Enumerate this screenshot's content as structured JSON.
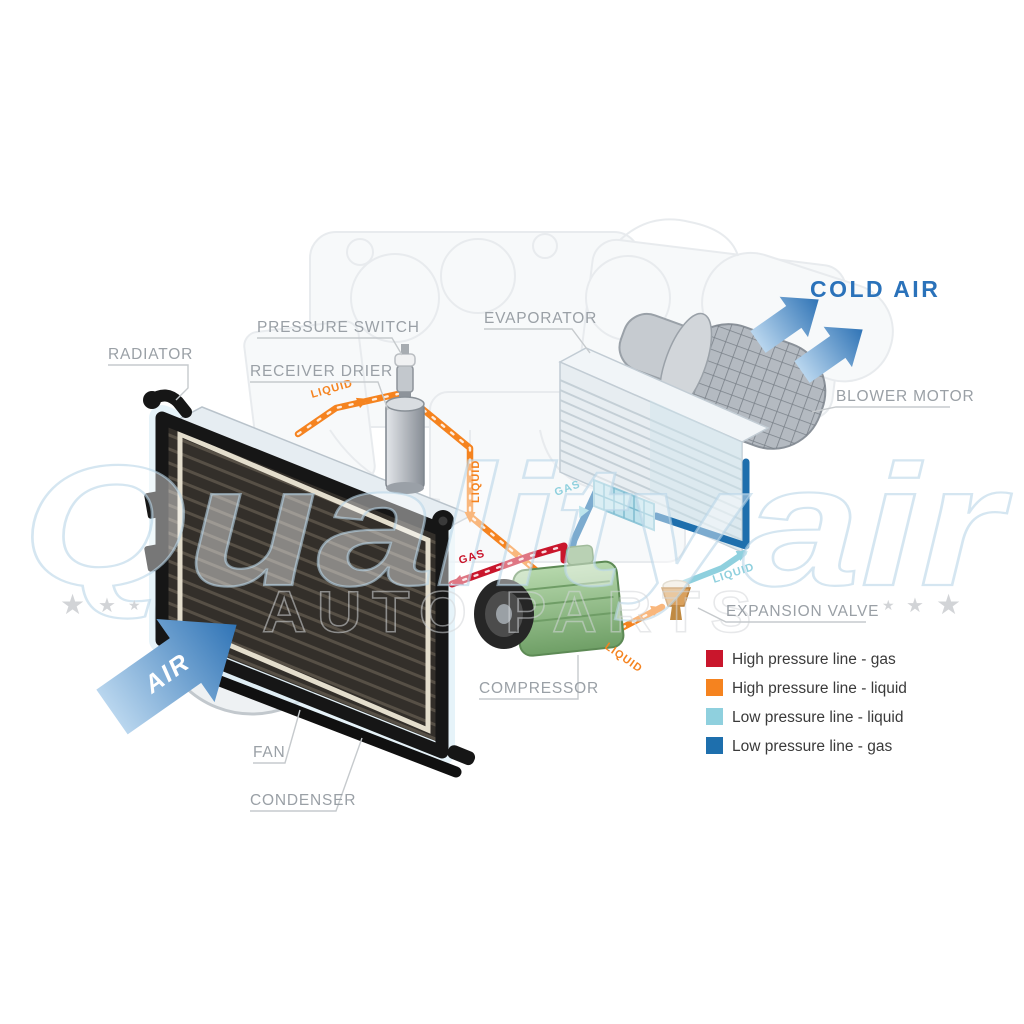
{
  "watermark": {
    "brand": "Qualityair",
    "subtext": "AUTO PARTS",
    "star": "★"
  },
  "component_labels": {
    "radiator": "RADIATOR",
    "pressure_switch": "PRESSURE SWITCH",
    "receiver_drier": "RECEIVER DRIER",
    "evaporator": "EVAPORATOR",
    "blower_motor": "BLOWER MOTOR",
    "expansion_valve": "EXPANSION VALVE",
    "compressor": "COMPRESSOR",
    "fan": "FAN",
    "condenser": "CONDENSER"
  },
  "airflow_labels": {
    "cold_air": "COLD AIR",
    "air": "AIR"
  },
  "flow_labels": {
    "hp_liquid_1": "LIQUID",
    "hp_liquid_2": "LIQUID",
    "hp_liquid_3": "LIQUID",
    "lp_liquid": "LIQUID",
    "hp_gas": "GAS",
    "lp_gas": "GAS"
  },
  "legend": {
    "items": [
      {
        "label": "High pressure line - gas",
        "color": "#c9162c"
      },
      {
        "label": "High pressure line - liquid",
        "color": "#f5831f"
      },
      {
        "label": "Low pressure line - liquid",
        "color": "#8fd0de"
      },
      {
        "label": "Low pressure line -  gas",
        "color": "#1e6fad"
      }
    ]
  },
  "colors": {
    "hp_gas": "#c9162c",
    "hp_liquid": "#f5831f",
    "lp_liquid": "#8fd0de",
    "lp_gas": "#1e6fad",
    "cold_air_text": "#2a72ba",
    "air_arrow": "#4a88c6",
    "label_gray": "#9aa0a6"
  }
}
